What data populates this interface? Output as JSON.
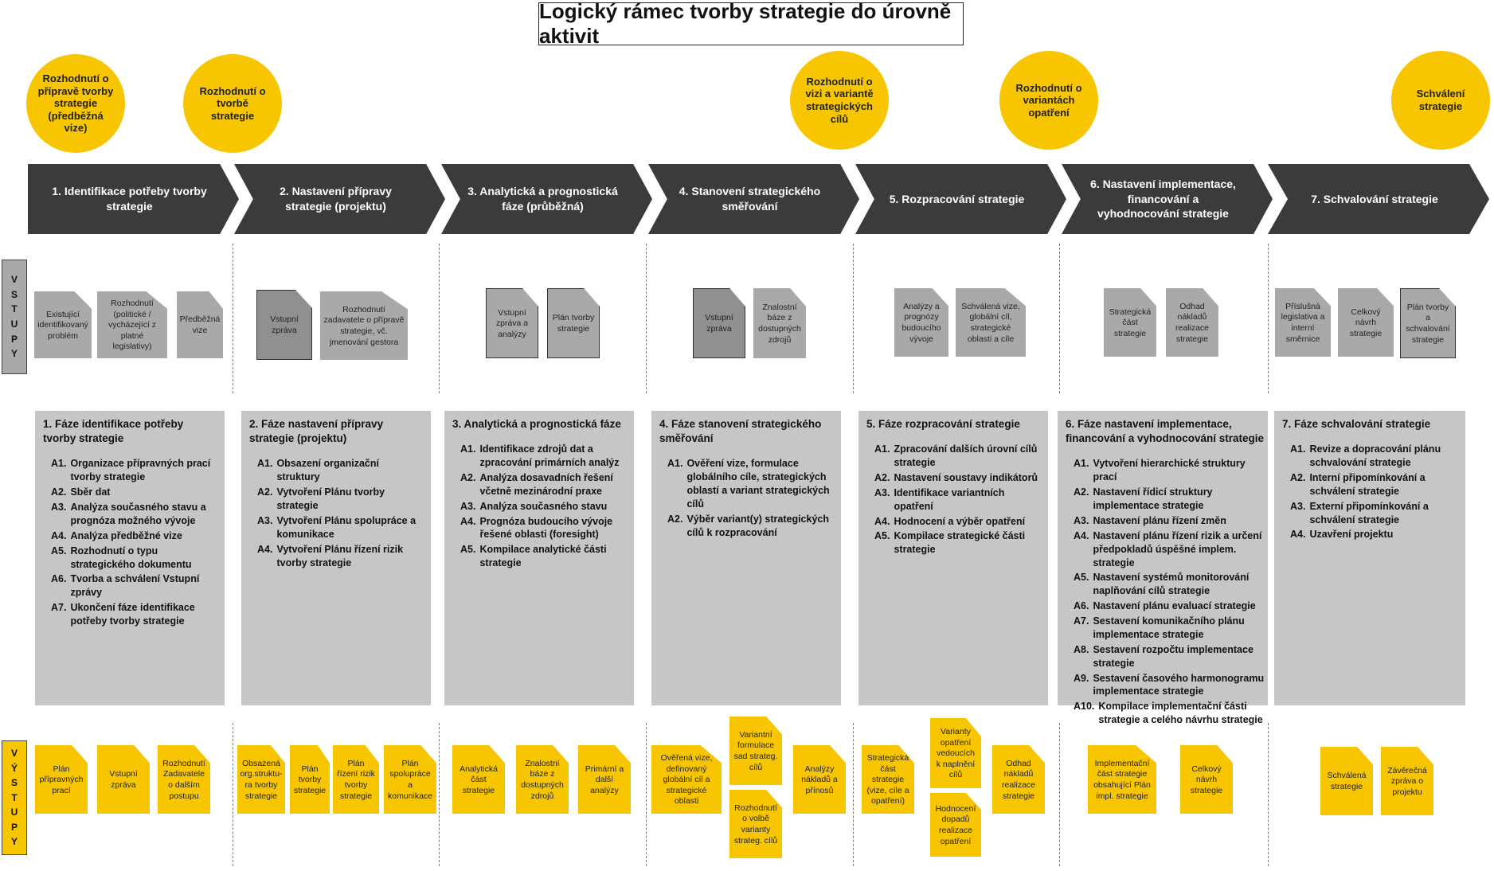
{
  "title": "Logický rámec tvorby strategie do úrovně aktivit",
  "decisions": [
    {
      "label": "Rozhodnutí o přípravě tvorby strategie (předběžná vize)"
    },
    {
      "label": "Rozhodnutí o tvorbě strategie"
    },
    {
      "label": "Rozhodnutí o vizi a variantě strategických cílů"
    },
    {
      "label": "Rozhodnutí o variantách opatření"
    },
    {
      "label": "Schválení strategie"
    }
  ],
  "phases": [
    {
      "label": "1. Identifikace potřeby tvorby strategie"
    },
    {
      "label": "2. Nastavení přípravy strategie (projektu)"
    },
    {
      "label": "3. Analytická a prognostická fáze (průběžná)"
    },
    {
      "label": "4. Stanovení strategického směřování"
    },
    {
      "label": "5. Rozpracování strategie"
    },
    {
      "label": "6. Nastavení implementace, financování a vyhodnocování strategie"
    },
    {
      "label": "7. Schvalování strategie"
    }
  ],
  "inputs_label": "VSTUPY",
  "outputs_label": "VÝSTUPY",
  "inputs": [
    {
      "label": "Existující identifikovaný problém"
    },
    {
      "label": "Rozhodnutí (politické / vycházející z platné legislativy)"
    },
    {
      "label": "Předběžná vize"
    },
    {
      "label": "Vstupní zpráva"
    },
    {
      "label": "Rozhodnutí zadavatele o přípravě strategie, vč. jmenování gestora"
    },
    {
      "label": "Vstupní zpráva a analýzy"
    },
    {
      "label": "Plán tvorby strategie"
    },
    {
      "label": "Vstupní zpráva"
    },
    {
      "label": "Znalostní báze z dostupných zdrojů"
    },
    {
      "label": "Analýzy a prognózy budoucího vývoje"
    },
    {
      "label": "Schválená vize, globální cíl, strategické oblasti a cíle"
    },
    {
      "label": "Strategická část strategie"
    },
    {
      "label": "Odhad nákladů realizace strategie"
    },
    {
      "label": "Příslušná legislativa a interní směrnice"
    },
    {
      "label": "Celkový návrh strategie"
    },
    {
      "label": "Plán tvorby a schvalování strategie"
    }
  ],
  "descriptions": [
    {
      "title": "1. Fáze identifikace potřeby tvorby strategie",
      "items": [
        {
          "n": "A1.",
          "t": "Organizace přípravných prací tvorby strategie"
        },
        {
          "n": "A2.",
          "t": "Sběr dat"
        },
        {
          "n": "A3.",
          "t": "Analýza současného stavu a prognóza možného vývoje"
        },
        {
          "n": "A4.",
          "t": "Analýza předběžné vize"
        },
        {
          "n": "A5.",
          "t": "Rozhodnutí o typu strategického dokumentu"
        },
        {
          "n": "A6.",
          "t": "Tvorba a schválení Vstupní zprávy"
        },
        {
          "n": "A7.",
          "t": "Ukončení fáze identifikace potřeby tvorby strategie"
        }
      ]
    },
    {
      "title": "2. Fáze nastavení přípravy strategie (projektu)",
      "items": [
        {
          "n": "A1.",
          "t": "Obsazení organizační struktury"
        },
        {
          "n": "A2.",
          "t": "Vytvoření Plánu tvorby strategie"
        },
        {
          "n": "A3.",
          "t": "Vytvoření Plánu spolupráce a komunikace"
        },
        {
          "n": "A4.",
          "t": "Vytvoření Plánu řízení rizik tvorby strategie"
        }
      ]
    },
    {
      "title": "3. Analytická a prognostická fáze",
      "items": [
        {
          "n": "A1.",
          "t": "Identifikace zdrojů dat a zpracování primárních analýz"
        },
        {
          "n": "A2.",
          "t": "Analýza dosavadních řešení včetně mezinárodní praxe"
        },
        {
          "n": "A3.",
          "t": "Analýza současného stavu"
        },
        {
          "n": "A4.",
          "t": "Prognóza budoucího vývoje řešené oblasti (foresight)"
        },
        {
          "n": "A5.",
          "t": "Kompilace analytické části strategie"
        }
      ]
    },
    {
      "title": "4. Fáze stanovení strategického směřování",
      "items": [
        {
          "n": "A1.",
          "t": "Ověření vize, formulace globálního cíle, strategických oblastí a variant strategických cílů"
        },
        {
          "n": "A2.",
          "t": "Výběr variant(y) strategických cílů k rozpracování"
        }
      ]
    },
    {
      "title": "5. Fáze rozpracování strategie",
      "items": [
        {
          "n": "A1.",
          "t": "Zpracování dalších úrovní cílů strategie"
        },
        {
          "n": "A2.",
          "t": "Nastavení soustavy indikátorů"
        },
        {
          "n": "A3.",
          "t": "Identifikace variantních opatření"
        },
        {
          "n": "A4.",
          "t": "Hodnocení a výběr opatření"
        },
        {
          "n": "A5.",
          "t": "Kompilace strategické části strategie"
        }
      ]
    },
    {
      "title": "6. Fáze nastavení implementace, financování a vyhodnocování strategie",
      "items": [
        {
          "n": "A1.",
          "t": "Vytvoření hierarchické struktury prací"
        },
        {
          "n": "A2.",
          "t": "Nastavení řídicí struktury implementace strategie"
        },
        {
          "n": "A3.",
          "t": "Nastavení plánu řízení změn"
        },
        {
          "n": "A4.",
          "t": "Nastavení plánu řízení rizik a určení předpokladů úspěšné implem. strategie"
        },
        {
          "n": "A5.",
          "t": "Nastavení systémů monitorování naplňování cílů strategie"
        },
        {
          "n": "A6.",
          "t": "Nastavení plánu evaluací strategie"
        },
        {
          "n": "A7.",
          "t": "Sestavení komunikačního plánu implementace strategie"
        },
        {
          "n": "A8.",
          "t": "Sestavení rozpočtu implementace strategie"
        },
        {
          "n": "A9.",
          "t": "Sestavení časového harmonogramu implementace strategie"
        },
        {
          "n": "A10.",
          "t": "Kompilace implementační části strategie a celého návrhu strategie"
        }
      ]
    },
    {
      "title": "7. Fáze schvalování strategie",
      "items": [
        {
          "n": "A1.",
          "t": "Revize a dopracování plánu schvalování strategie"
        },
        {
          "n": "A2.",
          "t": "Interní připomínkování a schválení strategie"
        },
        {
          "n": "A3.",
          "t": "Externí připomínkování a schválení strategie"
        },
        {
          "n": "A4.",
          "t": "Uzavření projektu"
        }
      ]
    }
  ],
  "outputs": [
    {
      "label": "Plán přípravných prací"
    },
    {
      "label": "Vstupní zpráva"
    },
    {
      "label": "Rozhodnutí Zadavatele o dalším postupu"
    },
    {
      "label": "Obsazená org.struktu-ra tvorby strategie"
    },
    {
      "label": "Plán tvorby strategie"
    },
    {
      "label": "Plán řízení rizik tvorby strategie"
    },
    {
      "label": "Plán spolupráce a komunikace"
    },
    {
      "label": "Analytická část strategie"
    },
    {
      "label": "Znalostní báze z dostupných zdrojů"
    },
    {
      "label": "Primární a další analýzy"
    },
    {
      "label": "Ověřená vize, definovaný globální cíl a strategické oblasti"
    },
    {
      "label": "Variantní formulace sad strateg. cílů"
    },
    {
      "label": "Rozhodnutí o volbě varianty strateg. cílů"
    },
    {
      "label": "Analýzy nákladů a přínosů"
    },
    {
      "label": "Strategická část strategie (vize, cíle a opatření)"
    },
    {
      "label": "Varianty opatření vedoucích k naplnění cílů"
    },
    {
      "label": "Hodnocení dopadů realizace opatření"
    },
    {
      "label": "Odhad nákladů realizace strategie"
    },
    {
      "label": "Implementační část strategie obsahující Plán impl. strategie"
    },
    {
      "label": "Celkový návrh strategie"
    },
    {
      "label": "Schválená strategie"
    },
    {
      "label": "Závěrečná zpráva o projektu"
    }
  ],
  "colors": {
    "accent": "#f7c600",
    "phase_bg": "#3b3b3b",
    "input_doc": "#a9a9a9",
    "desc_bg": "#c6c6c6"
  }
}
